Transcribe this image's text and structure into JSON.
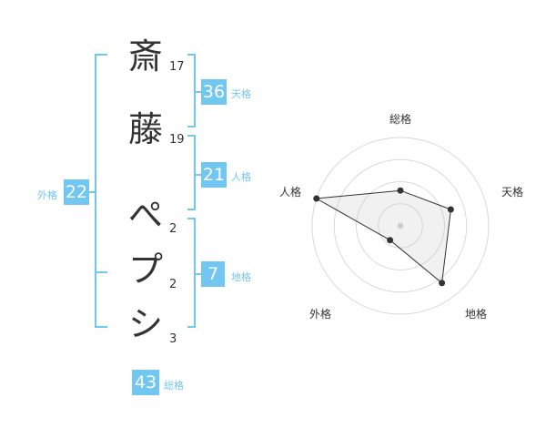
{
  "name": {
    "chars": [
      {
        "char": "斎",
        "strokes": "17"
      },
      {
        "char": "藤",
        "strokes": "19"
      },
      {
        "char": "ぺ",
        "strokes": "2"
      },
      {
        "char": "プ",
        "strokes": "2"
      },
      {
        "char": "シ",
        "strokes": "3"
      }
    ]
  },
  "kakusu": {
    "tenkaku": {
      "value": "36",
      "label": "天格"
    },
    "jinkaku": {
      "value": "21",
      "label": "人格"
    },
    "chikaku": {
      "value": "7",
      "label": "地格"
    },
    "gaikaku": {
      "value": "22",
      "label": "外格"
    },
    "soukaku": {
      "value": "43",
      "label": "総格"
    }
  },
  "accent_color": "#72c6f2",
  "chart_data": {
    "type": "radar",
    "axes": [
      "総格",
      "天格",
      "地格",
      "外格",
      "人格"
    ],
    "values": [
      2,
      3,
      4,
      1,
      5
    ],
    "rmax": 5,
    "rings": 4,
    "grid": true
  }
}
